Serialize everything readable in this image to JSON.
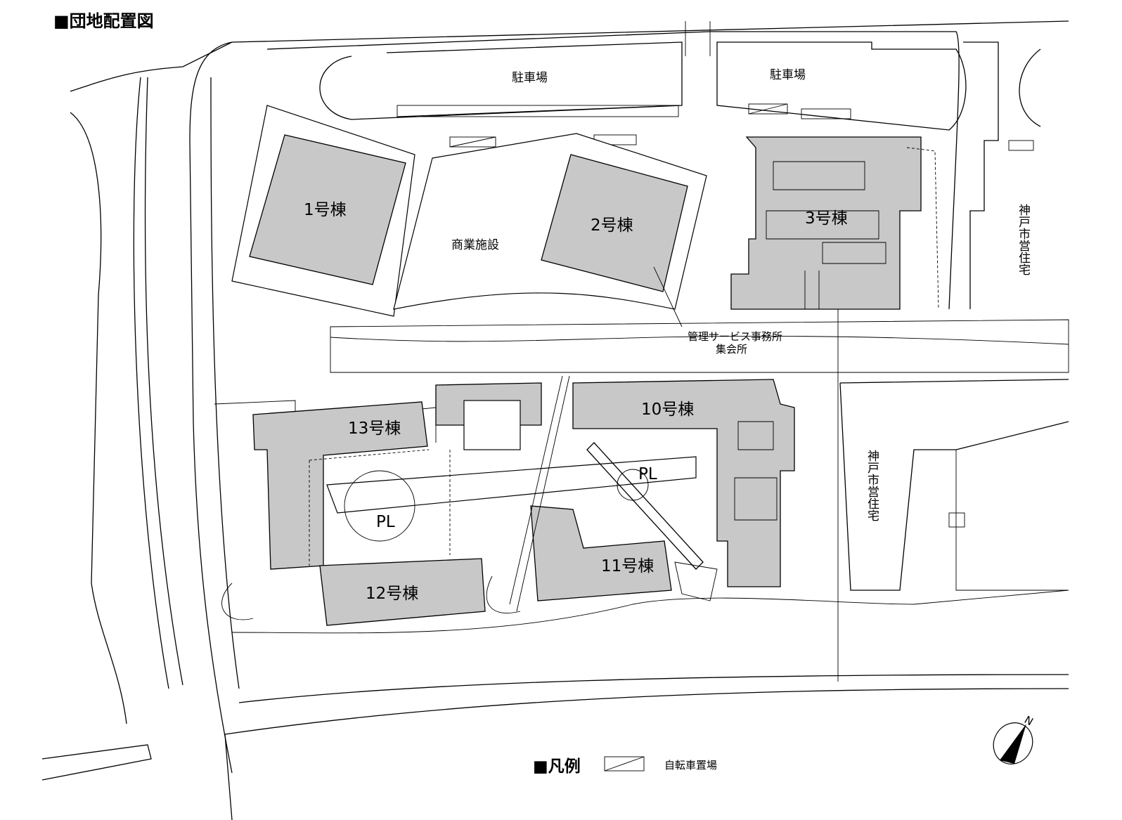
{
  "title": "■団地配置図",
  "labels": {
    "parking_left": "駐車場",
    "parking_right": "駐車場",
    "building_1": "1号棟",
    "building_2": "2号棟",
    "building_3": "3号棟",
    "commercial": "商業施設",
    "management_office": "管理サービス事務所",
    "meeting_hall": "集会所",
    "municipal_housing_1": "神戸市営住宅",
    "municipal_housing_2": "神戸市営住宅",
    "building_13": "13号棟",
    "building_10": "10号棟",
    "building_12": "12号棟",
    "building_11": "11号棟",
    "playground_1": "PL",
    "playground_2": "PL"
  },
  "legend": {
    "heading": "■凡例",
    "bicycle_parking": "自転車置場"
  },
  "compass": {
    "north": "N"
  },
  "colors": {
    "building": "#c8c8c8",
    "line": "#000000"
  }
}
